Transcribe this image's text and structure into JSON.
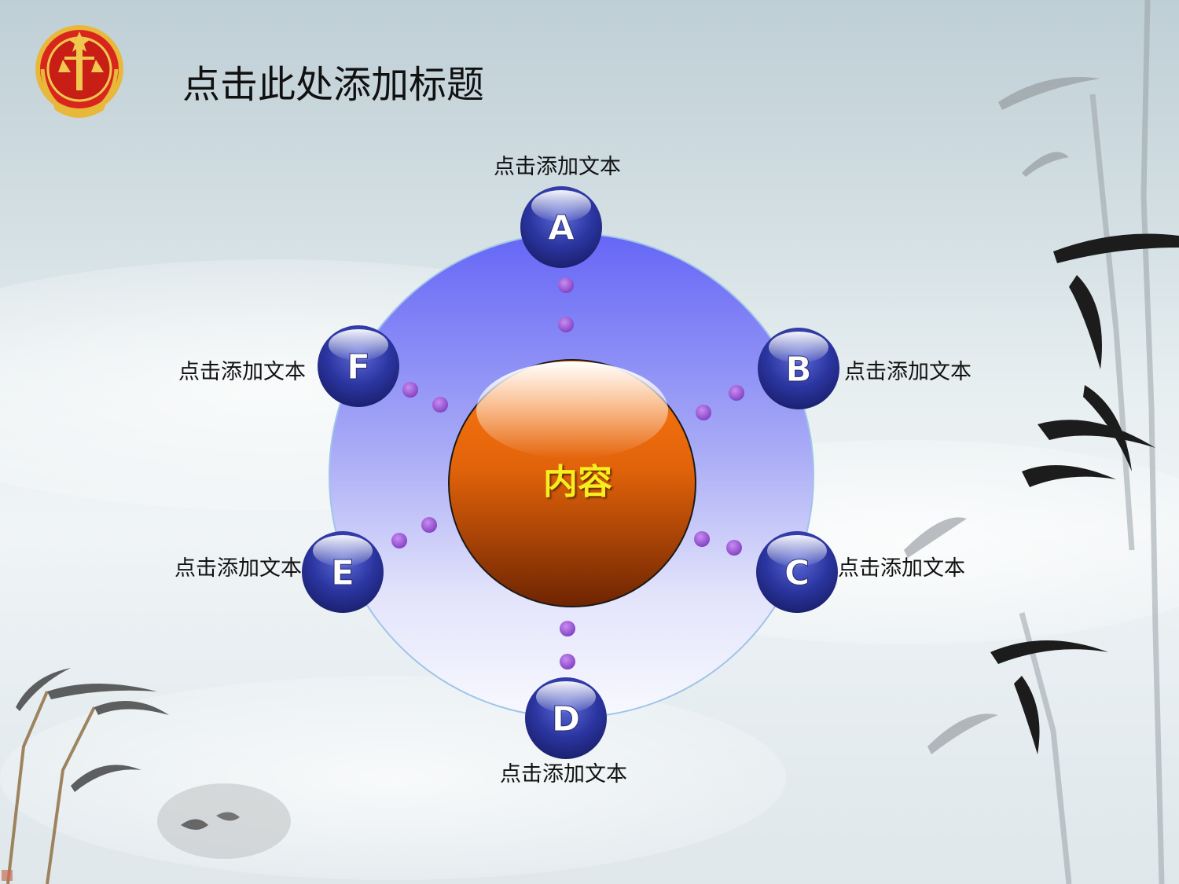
{
  "slide": {
    "title": "点击此处添加标题",
    "center_label": "内容",
    "nodes": [
      {
        "letter": "A",
        "label": "点击添加文本"
      },
      {
        "letter": "B",
        "label": "点击添加文本"
      },
      {
        "letter": "C",
        "label": "点击添加文本"
      },
      {
        "letter": "D",
        "label": "点击添加文本"
      },
      {
        "letter": "E",
        "label": "点击添加文本"
      },
      {
        "letter": "F",
        "label": "点击添加文本"
      }
    ]
  },
  "colors": {
    "ring_top": "#6b6cf7",
    "ring_bottom": "#f6f7fd",
    "node_blue": "#2e3aa8",
    "center_orange": "#e0620a",
    "center_dark": "#7a2a02",
    "dot_purple": "#9b55d8",
    "center_text": "#f6ee1e",
    "emblem_red": "#d8261c",
    "emblem_gold": "#e8b83a"
  },
  "icons": {
    "emblem": "court-emblem-icon",
    "decor": "bamboo-ink-painting"
  }
}
